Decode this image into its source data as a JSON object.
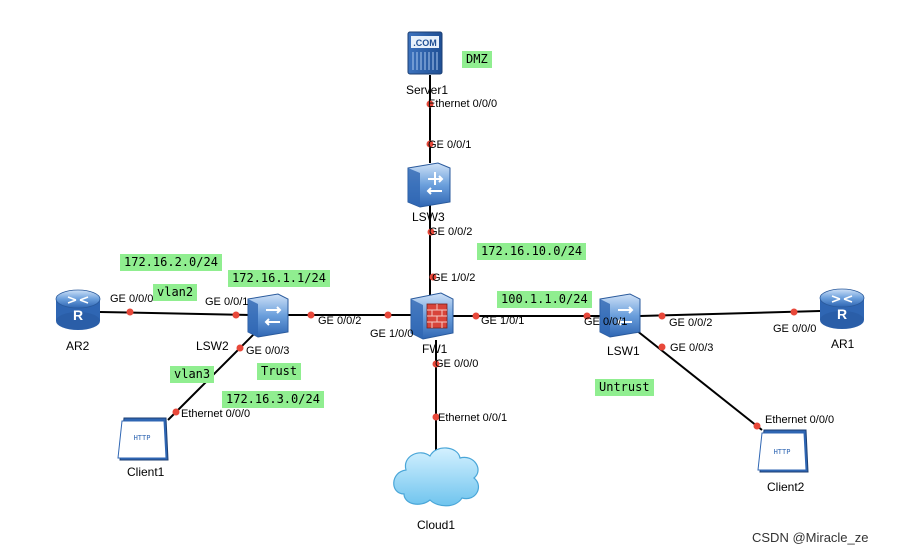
{
  "devices": {
    "server1": "Server1",
    "lsw3": "LSW3",
    "fw1": "FW1",
    "lsw2": "LSW2",
    "lsw1": "LSW1",
    "ar2": "AR2",
    "ar1": "AR1",
    "client1": "Client1",
    "client2": "Client2",
    "cloud1": "Cloud1"
  },
  "server_icon_text": ".COM",
  "http_icon_text": "HTTP",
  "router_icon_text": "R",
  "ports": {
    "server1_eth": "Ethernet 0/0/0",
    "lsw3_ge001": "GE 0/0/1",
    "lsw3_ge002": "GE 0/0/2",
    "fw1_ge102": "GE 1/0/2",
    "fw1_ge100": "GE 1/0/0",
    "fw1_ge101": "GE 1/0/1",
    "fw1_ge000": "GE 0/0/0",
    "cloud1_eth": "Ethernet 0/0/1",
    "lsw2_ge002": "GE 0/0/2",
    "lsw2_ge001": "GE 0/0/1",
    "lsw2_ge003": "GE 0/0/3",
    "ar2_ge000": "GE 0/0/0",
    "client1_eth": "Ethernet 0/0/0",
    "lsw1_ge001": "GE 0/0/1",
    "lsw1_ge002": "GE 0/0/2",
    "lsw1_ge003": "GE 0/0/3",
    "ar1_ge000": "GE 0/0/0",
    "client2_eth": "Ethernet 0/0/0"
  },
  "tags": {
    "dmz": "DMZ",
    "net_dmz": "172.16.10.0/24",
    "net_vlan2": "172.16.2.0/24",
    "vlan2": "vlan2",
    "lsw2_ip": "172.16.1.1/24",
    "vlan3": "vlan3",
    "trust": "Trust",
    "net_vlan3": "172.16.3.0/24",
    "net_untrust": "100.1.1.0/24",
    "untrust": "Untrust"
  },
  "watermark": "CSDN @Miracle_ze",
  "colors": {
    "link": "#000000",
    "port_dot": "#e8483a",
    "tag_bg": "#90ee90",
    "device_blue": "#4a80c8"
  }
}
